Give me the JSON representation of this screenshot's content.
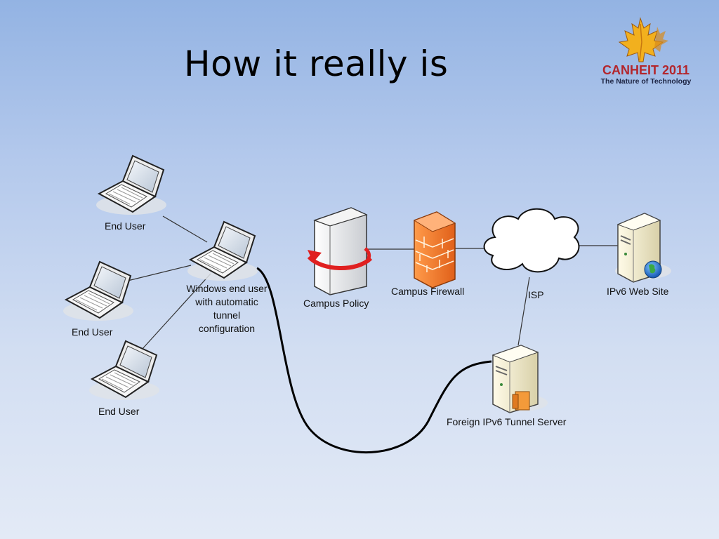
{
  "title": "How it really is",
  "logo": {
    "name": "CANHEIT 2011",
    "tagline": "The Nature of Technology"
  },
  "nodes": {
    "end_user_1": "End User",
    "end_user_2": "End User",
    "end_user_3": "End User",
    "windows_user": [
      "Windows end user",
      "with automatic",
      "tunnel",
      "configuration"
    ],
    "campus_policy": "Campus Policy",
    "campus_firewall": "Campus Firewall",
    "isp": "ISP",
    "ipv6_site": "IPv6 Web Site",
    "tunnel_server": "Foreign IPv6 Tunnel Server"
  },
  "colors": {
    "firewall": "#f47c2c",
    "policy_arrow": "#e02020",
    "logo_red": "#b3262c"
  },
  "icons": [
    "laptop-icon",
    "server-tower-icon",
    "firewall-icon",
    "cloud-icon",
    "web-server-icon",
    "globe-icon",
    "maple-leaf-icon"
  ]
}
